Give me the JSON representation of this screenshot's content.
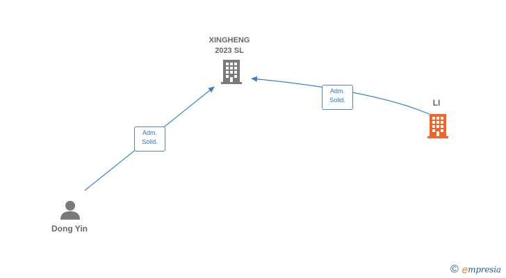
{
  "company": {
    "name_line1": "XINGHENG",
    "name_line2": "2023  SL",
    "icon": "building-icon",
    "color": "#7a7a7a"
  },
  "person": {
    "name": "Dong Yin",
    "icon": "person-icon",
    "color": "#7a7a7a"
  },
  "shareholder": {
    "name": "LI",
    "icon": "building-icon",
    "color": "#f0652a"
  },
  "relations": [
    {
      "line1": "Adm.",
      "line2": "Solid."
    },
    {
      "line1": "Adm.",
      "line2": "Solid."
    }
  ],
  "edge_color": "#3a7fcb",
  "footer": {
    "copyright": "©",
    "brand_initial": "e",
    "brand_rest": "mpresia"
  }
}
